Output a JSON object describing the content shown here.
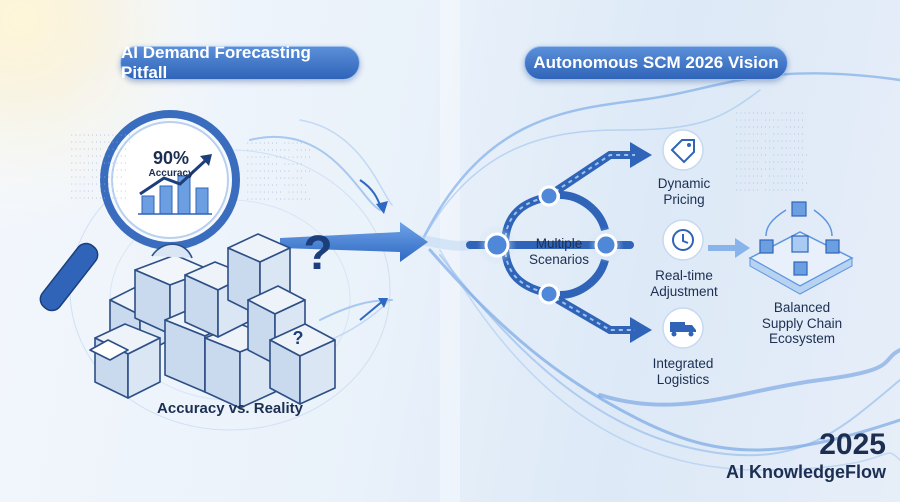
{
  "left_panel": {
    "title": "AI Demand Forecasting Pitfall",
    "metric_value": "90%",
    "metric_label": "Accuracy",
    "question_mark": "?",
    "box_question_mark": "?",
    "caption": "Accuracy vs. Reality"
  },
  "right_panel": {
    "title": "Autonomous SCM 2026 Vision",
    "hub_label": "Multiple Scenarios",
    "outcomes": [
      {
        "label": "Dynamic Pricing",
        "icon": "price-tag-icon"
      },
      {
        "label": "Real-time Adjustment",
        "icon": "clock-refresh-icon"
      },
      {
        "label": "Integrated Logistics",
        "icon": "delivery-truck-icon"
      }
    ],
    "result_label": "Balanced Supply Chain Ecosystem"
  },
  "footer": {
    "year": "2025",
    "brand": "AI KnowledgeFlow"
  },
  "colors": {
    "accent": "#2f64b8",
    "accent_light": "#5b8fd9",
    "text": "#1c2f52",
    "box_fill": "#d9e4f4",
    "box_stroke": "#2d4f86"
  }
}
